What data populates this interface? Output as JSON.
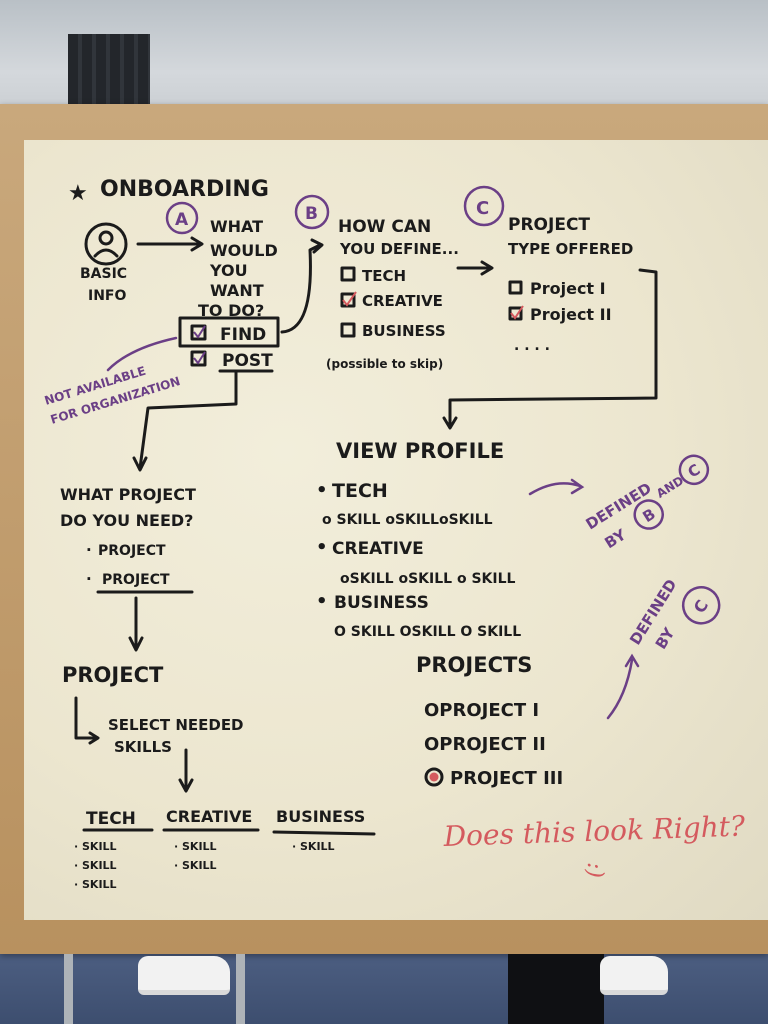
{
  "board": {
    "title": "ONBOARDING",
    "basic_info": {
      "line1": "BASIC",
      "line2": "INFO"
    },
    "section_a": {
      "marker": "A",
      "question": [
        "WHAT",
        "WOULD",
        "YOU",
        "WANT",
        "TO DO?"
      ],
      "options": [
        "FIND",
        "POST"
      ],
      "note": [
        "NOT AVAILABLE",
        "FOR ORGANIZATION"
      ]
    },
    "section_b": {
      "marker": "B",
      "heading": [
        "HOW CAN",
        "YOU DEFINE..."
      ],
      "options": [
        "TECH",
        "CREATIVE",
        "BUSINESS"
      ],
      "skip_note": "(possible to skip)"
    },
    "section_c": {
      "marker": "C",
      "heading": [
        "PROJECT",
        "TYPE OFFERED"
      ],
      "options": [
        "Project I",
        "Project II"
      ],
      "ellipsis": ". . . ."
    },
    "view_profile": {
      "title": "VIEW PROFILE",
      "groups": [
        {
          "label": "TECH",
          "skills": "o SKILL  oSKILLoSKILL"
        },
        {
          "label": "CREATIVE",
          "skills": "oSKILL  oSKILL  o SKILL"
        },
        {
          "label": "BUSINESS",
          "skills": "O SKILL  OSKILL  O SKILL"
        }
      ],
      "defined_bc": [
        "DEFINED",
        "BY",
        "B",
        "AND",
        "C"
      ],
      "projects_title": "PROJECTS",
      "projects": [
        "OPROJECT I",
        "OPROJECT II",
        "PROJECT III"
      ],
      "defined_c": [
        "DEFINED",
        "BY",
        "C"
      ]
    },
    "post_flow": {
      "question": [
        "WHAT PROJECT",
        "DO YOU NEED?"
      ],
      "items": [
        "PROJECT",
        "PROJECT"
      ],
      "project_label": "PROJECT",
      "select_label": [
        "SELECT NEEDED",
        "SKILLS"
      ],
      "columns": [
        {
          "title": "TECH",
          "skills": [
            "SKILL",
            "SKILL",
            "SKILL"
          ]
        },
        {
          "title": "CREATIVE",
          "skills": [
            "SKILL",
            "SKILL"
          ]
        },
        {
          "title": "BUSINESS",
          "skills": [
            "SKILL"
          ]
        }
      ]
    },
    "closing_question": "Does this look Right?",
    "smiley": ":)"
  },
  "colors": {
    "ink": "#1b1b1b",
    "purple": "#6b3f86",
    "red": "#d45a5e",
    "frame": "#c9a87c"
  }
}
